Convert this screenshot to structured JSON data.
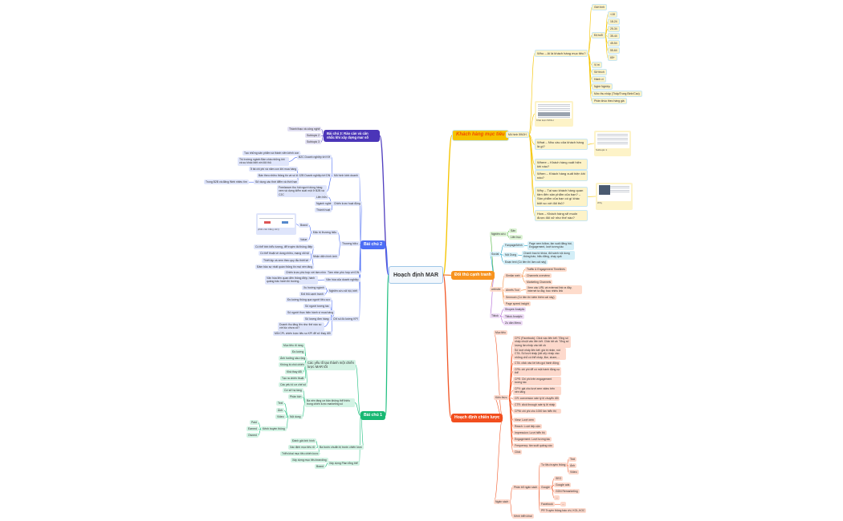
{
  "center": "Hoạch định MAR",
  "colors": {
    "customer": "#f5c400",
    "competitor": "#f7931e",
    "strategy": "#f24e1e",
    "lesson3": "#4b35b8",
    "lesson2": "#4d6ef5",
    "lesson1": "#18b873"
  },
  "nodes": {
    "kh": "Khách hàng mục tiêu",
    "m5w": "Mô hình 5W1H",
    "kl": "Khái luận 5W1H",
    "who": "Who – Ai là khách hàng mục tiêu?",
    "gt": "Giới tính",
    "dt": "Độ tuổi",
    "a1": "<18",
    "a2": "18-24",
    "a3": "25-34",
    "a4": "35-44",
    "a5": "45-54",
    "a6": "55-64",
    "a7": "65+",
    "vt": "Vị trí",
    "st": "Sở thích",
    "hv": "Hành vi",
    "nn": "Nghề Nghiệp",
    "tn": "Mức thu nhập (Thấp/Trung Bình/Cao)",
    "pk": "Phân khúc theo hàng giá",
    "what": "What – Nhu cầu của khách hàng là gì?",
    "s1": "Subtopic 1",
    "where": "Where – Khách hàng xuất hiện khi nào?",
    "when": "When – Khách hàng xuất hiện khi nào?",
    "why": "Why – Tại sao khách hàng quan tâm đến sản phẩm của bạn? – Sản phẩm của bạn có gì khác biệt so với đối thủ?",
    "whyc": "Why",
    "how": "How – Khách hàng sẽ muốn được đối xử như thế nào?",
    "dt2": "Đối thủ cạnh tranh",
    "ncu": "Nghiên cứu",
    "ncu1": "Sản",
    "ncu2": "Liên hục",
    "soc": "Social",
    "fp": "Fanpage/kênh",
    "fp1": "Page xem follow, tần suất đăng bài, Engagement, lượt tương tác",
    "nd": "Nội Dung",
    "nd1": "Chanh bao từ khóa, đối sánh nội dung thông báo, hiệu đăng, chạy quả",
    "dtx": "Đoạn text (Có tiền thì làm cái này)",
    "web": "website",
    "sw": "Similar web",
    "sw1": "Traffic & Engagement Timelines",
    "sw2": "Channels overview",
    "sw3": "Marketing Channels",
    "ah": "Ahrefs Tool",
    "ah1": "Xem các URL và external link ra đây, internet ta đây, bao nhiêu link",
    "sem": "Semrush (Có tiền thì kiếm thêm cái này)",
    "psi": "Page speed insight",
    "tt": "Tiktok",
    "tt1": "Shopee Analytic",
    "tt2": "Tiktok Analytic",
    "tt3": "Zu dân Menu",
    "hd": "Hoạch định chiến lược",
    "mt": "Mục tiêu",
    "kt": "Kiến thức",
    "k1": "CPC (Facebook): Click vào liên kết: Tổng số nhấp chuột vào liên kết. Click tất cả: Tổng số lượng lần nhấp vào tất cả",
    "k2": "Số lượt nhấp liên kết: giá trị nhận, nút CTA. Số lượt nhấp (tất cả): nhấp vào những chỗ có thể nhấp, like, share,...",
    "k3": "CTA: click vào lời kêu gọi hành động",
    "k4": "CPA: chi phí để có một hành động cụ thể",
    "k5": "CPE: Chi phí trên engagement tương tác",
    "k6": "CPV: giá cho lượt xem video trên nền tảng",
    "k7": "CR: conversion rate tỷ lệ chuyển đổi",
    "k8": "CTR: click through rate tỷ lệ nhấp",
    "k9": "CPM: chi phí cho 1000 lần hiển thị",
    "k10": "View: Lượt xem",
    "k11": "Reach: Lượt tiếp cận",
    "k12": "Impression: Lượt hiển thị",
    "k13": "Engagement: Lượt tương tác",
    "k14": "Frequency: tần suất quảng cáo",
    "k15": "Click",
    "ns": "Ngân sách",
    "pb": "Phân bổ ngân sách",
    "tl": "Tư liệu truyền thông",
    "tl1": "Text",
    "tl2": "Ảnh",
    "tl3": "Video",
    "gg": "Google",
    "gg1": "SEO",
    "gg2": "Google ads",
    "gg3": "GDN Remarketing",
    "gg4": "...",
    "fb": "Facebook",
    "fb1": "...",
    "pr": "PR Truyền thông báo chí, KOL,KOC",
    "ktk": "Kênh triển khai",
    "b3": "Bài chú 3: Rào cản và cân nhắc khi xây dựng mar số",
    "b3a": "Thành thạo và công nghệ",
    "b3b": "Subtopic 2",
    "b3c": "Subtopic 3",
    "b2": "Bài chú 2",
    "mh": "Mô hình kinh doanh",
    "b2c": "B2C Doanh nghiệp tới KH",
    "b2c1": "Tạo những sản phẩm và thành viên kênh con",
    "b2c2": "Thị trường ngành Bán chia những khi và sự khác biệt với đối thủ",
    "b2b": "B2B Doanh nghiệp tới DN",
    "b2b1": "Ít tài chi phí và năm con khi mua hàng",
    "b2b2": "Bán theo nhiều thông tin và số lô",
    "b2b3": "Sử dụng các thời điểm và thời hạn",
    "b2b3a": "Trong B2B và đăng Web nhiều tìm",
    "fl": "Freelancer thu hút người dùng hàng xem và dựng kiểm soát một ở B2B và C2C",
    "cl": "Chiến lược hoạt động",
    "cl1": "Liên hữu",
    "cl2": "Ngành nghề",
    "cl3": "Thành hoạt",
    "th": "Thương hiệu",
    "dtth": "Đặc trị thương hiệu",
    "br": "Brand",
    "brc": "phần cân bằng xã lý",
    "val": "Value",
    "nd2": "Nhận diện hình ảnh",
    "nd2a": "Có thể tinh biểu tượng, để truyền tải thông điệp",
    "nd2b": "Có thể thuật về dung nhiều, mạng xã hội",
    "nd2c": "Thiết lập và xem theo quy tắc thiết kế",
    "nd2d": "Đảm bảo sự nhất quán thông tin mọi nền tảng",
    "tnh": "Tầm nhìn phù hợp với DN",
    "tnh1": "Chiến lược phù hợp với tầm nhìn",
    "vh": "Văn hóa của doanh nghiệp",
    "vh1": "Văn hóa liên quan đến thông điệp, hành quảng bảo hành thi trường..",
    "nc": "Nghiên cứu xã hội, biết",
    "nc1": "Xu hướng ngành",
    "nc2": "Đối thủ cạnh tranh",
    "kpi": "Chỉ số đo lường KPI",
    "kpi1": "Đo lường thông qua người tiêu cực",
    "kpi2": "Số người tương tác",
    "kpi3": "Số người thực hiện hành vi mua hàng",
    "kpi4": "Số lượng đơn hàng",
    "kpi5": "Doanh thu tăng lên như thế nào so với lúc chưa có?",
    "kpi6": "Mỗi CPL chiến lược tiêu so KPI để xử thay đổi",
    "b1": "Bài chú 1",
    "yt": "Các yếu tố tạo thành một chiến lược MAR tốt",
    "yt1": "Mục tiêu rõ ràng",
    "yt2": "Đo lường",
    "yt3": "Ảnh hưởng sâu rộng",
    "yt4": "Không bị chồi chiến",
    "yt5": "Khả thay đổi",
    "yt6": "Tạo ra chiến thuật",
    "yt7": "Các yếu tố cơ chế số",
    "nt": "Ba nền tảng cơ bản không thể thiếu trong chiến lược marketing số",
    "nt1": "Cơ sở hạ tầng",
    "nt2": "Phân tích",
    "nt3": "Nội dung",
    "nt3a": "Text",
    "nt3b": "Ảnh",
    "nt3c": "Video",
    "nt4": "Kênh truyền thông",
    "nt4a": "Paid",
    "nt4b": "Earned",
    "nt4c": "Owned",
    "bb": "Ba bước chuẩn bị trước chiến lược",
    "bb1": "Đánh giá tình hình",
    "bb2": "Xác định mục tiêu rõ",
    "bb3": "Triển khai mục tiêu chiến lược",
    "xd": "Xây dựng Plan tổng thể",
    "xd1": "Xây dựng mục tiêu branding",
    "xd2": "Brand"
  }
}
